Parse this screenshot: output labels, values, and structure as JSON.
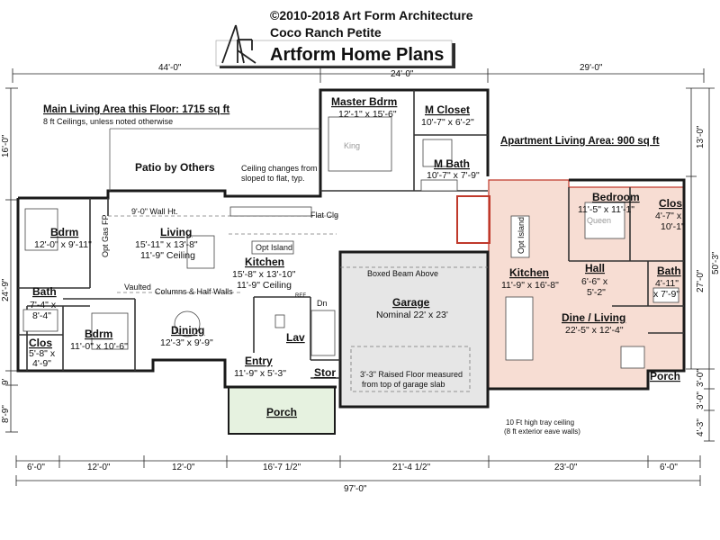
{
  "header": {
    "copyright": "©2010-2018 Art Form Architecture",
    "plan_name": "Coco Ranch Petite",
    "logo_text": "Artform Home Plans",
    "logo_mark": "AR"
  },
  "notes": {
    "main_area": "Main Living Area this Floor: 1715 sq ft",
    "ceilings": "8 ft Ceilings, unless noted otherwise",
    "apartment_area": "Apartment Living Area: 900 sq ft",
    "patio": "Patio by Others",
    "ceiling_change_1": "Ceiling changes from",
    "ceiling_change_2": "sloped to flat, typ.",
    "wall_ht": "9'-0\" Wall Ht.",
    "flat_clg": "Flat Clg",
    "vaulted": "Vaulted",
    "columns": "Columns & Half Walls",
    "boxed_beam": "Boxed Beam Above",
    "raised_1": "3'-3\" Raised Floor measured",
    "raised_2": "from top of garage slab",
    "tray_1": "10 Ft high tray ceiling",
    "tray_2": "(8 ft exterior eave walls)",
    "opt_gas_fp": "Opt Gas FP",
    "king": "King",
    "queen": "Queen",
    "ref": "REF",
    "dn": "Dn"
  },
  "rooms": {
    "master": {
      "name": "Master Bdrm",
      "dims": "12'-1\" x 15'-6\""
    },
    "m_closet": {
      "name": "M Closet",
      "dims": "10'-7\" x 6'-2\""
    },
    "m_bath": {
      "name": "M Bath",
      "dims": "10'-7\" x 7'-9\""
    },
    "bdrm1": {
      "name": "Bdrm",
      "dims": "12'-0\" x 9'-11\""
    },
    "living": {
      "name": "Living",
      "dims1": "15'-11\" x 13'-8\"",
      "dims2": "11'-9\" Ceiling"
    },
    "kitchen": {
      "name": "Kitchen",
      "dims1": "15'-8\" x 13'-10\"",
      "dims2": "11'-9\" Ceiling",
      "island": "Opt Island"
    },
    "bath": {
      "name": "Bath",
      "dims1": "7'-4\" x",
      "dims2": "8'-4\""
    },
    "bdrm2": {
      "name": "Bdrm",
      "dims": "11'-0\" x 10'-6\""
    },
    "clos_left": {
      "name": "Clos",
      "dims1": "5'-8\" x",
      "dims2": "4'-9\""
    },
    "dining": {
      "name": "Dining",
      "dims": "12'-3\" x 9'-9\""
    },
    "lav": {
      "name": "Lav"
    },
    "entry": {
      "name": "Entry",
      "dims": "11'-9\" x 5'-3\""
    },
    "stor": {
      "name": "Stor"
    },
    "porch_main": {
      "name": "Porch"
    },
    "garage": {
      "name": "Garage",
      "dims": "Nominal 22' x 23'"
    },
    "apt_kitchen": {
      "name": "Kitchen",
      "dims": "11'-9\" x 16'-8\"",
      "island": "Opt Island"
    },
    "apt_bedroom": {
      "name": "Bedroom",
      "dims": "11'-5\" x 11'-1\""
    },
    "apt_clos": {
      "name": "Clos",
      "dims1": "4'-7\" x",
      "dims2": "10'-1\""
    },
    "hall": {
      "name": "Hall",
      "dims1": "6'-6\" x",
      "dims2": "5'-2\""
    },
    "apt_bath": {
      "name": "Bath",
      "dims1": "4'-11\"",
      "dims2": "x 7'-9\""
    },
    "dine_living": {
      "name": "Dine / Living",
      "dims": "22'-5\" x 12'-4\""
    },
    "apt_porch": {
      "name": "Porch"
    }
  },
  "dimensions": {
    "top": [
      "44'-0\"",
      "24'-0\"",
      "29'-0\""
    ],
    "bottom": [
      "6'-0\"",
      "12'-0\"",
      "12'-0\"",
      "16'-7 1/2\"",
      "21'-4 1/2\"",
      "23'-0\"",
      "6'-0\""
    ],
    "overall": "97'-0\"",
    "left": [
      "16'-0\"",
      "24'-9\"",
      "9'",
      "8'-9\""
    ],
    "right": [
      "13'-0\"",
      "27'-0\"",
      "50'-3\"",
      "3'-0\"",
      "3'-0\"",
      "4'-3\""
    ]
  },
  "colors": {
    "apartment_fill": "#f7ddd3",
    "apartment_outline": "#c0392b",
    "porch_fill": "#e6f2e0",
    "garage_fill": "#e6e6e6"
  }
}
